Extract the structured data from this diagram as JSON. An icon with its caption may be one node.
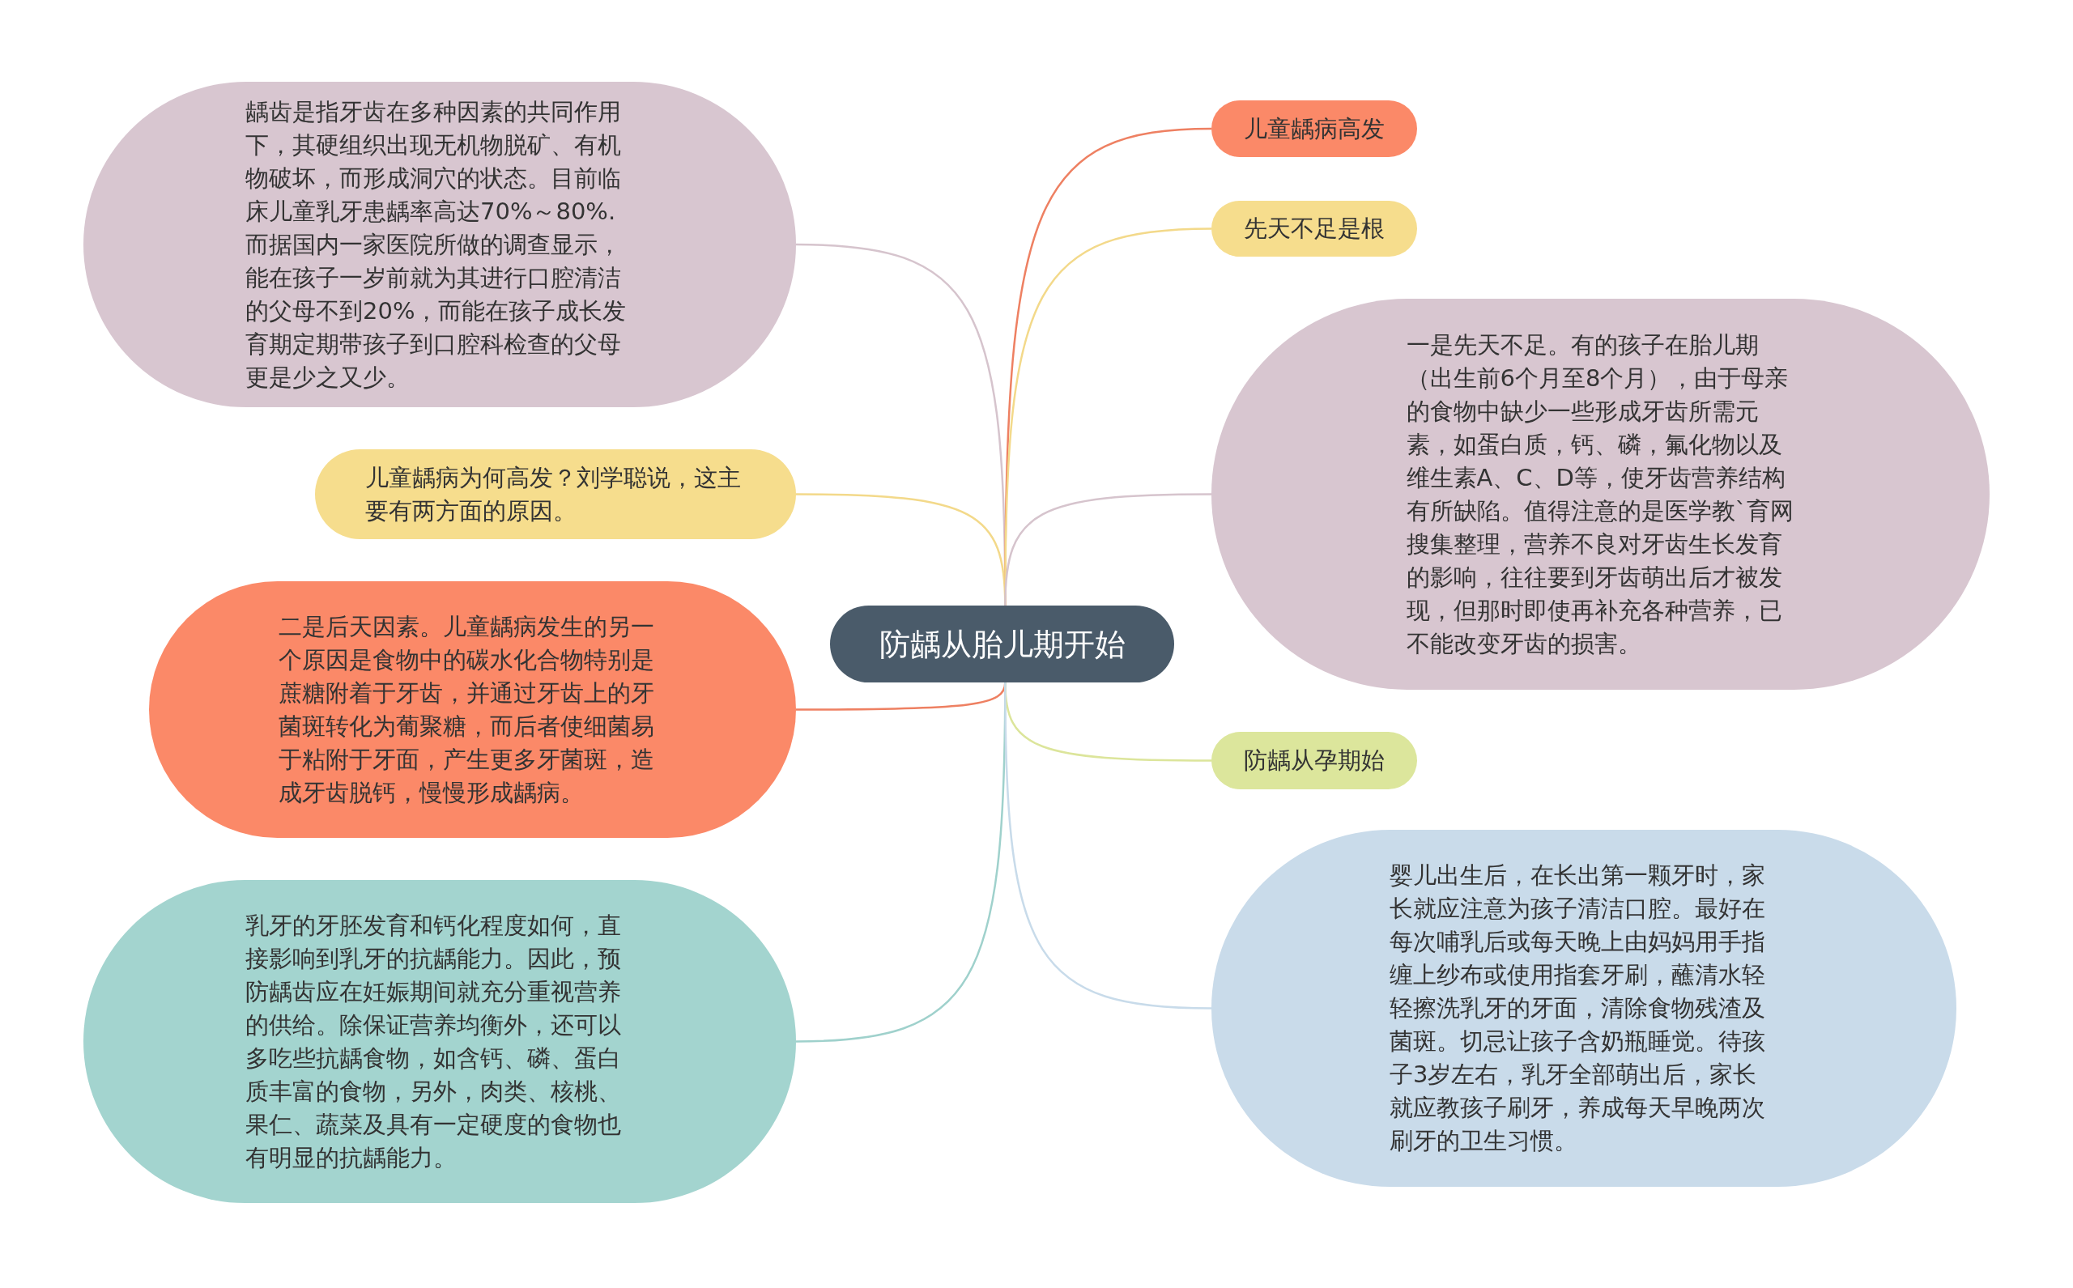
{
  "diagram": {
    "nodes": [
      {
        "text": [
          "防龋从胎儿期开始"
        ]
      },
      {
        "text": [
          "龋齿是指牙齿在多种因素的共同作用下，其硬组织出现无机物脱矿、有机物破坏，而形成洞穴的状态。目前临床儿童乳牙患龋率高达70%～80%.而据国内一家医院所做的调查显示，能在孩子一岁前就为其进行口腔清洁的父母不到20%，而能在孩子成长发育期定期带孩子到口腔科检查的父母更是少之又少。"
        ]
      },
      {
        "text": [
          "儿童龋病为何高发？刘学聪说，这主要有两方面的原因。"
        ]
      },
      {
        "text": [
          "二是后天因素。儿童龋病发生的另一个原因是食物中的碳水化合物特别是蔗糖附着于牙齿，并通过牙齿上的牙菌斑转化为葡聚糖，而后者使细菌易于粘附于牙面，产生更多牙菌斑，造成牙齿脱钙，慢慢形成龋病。"
        ]
      },
      {
        "text": [
          "乳牙的牙胚发育和钙化程度如何，直接影响到乳牙的抗龋能力。因此，预防龋齿应在妊娠期间就充分重视营养的供给。除保证营养均衡外，还可以多吃些抗龋食物，如含钙、磷、蛋白质丰富的食物，另外，肉类、核桃、果仁、蔬菜及具有一定硬度的食物也有明显的抗龋能力。"
        ]
      },
      {
        "text": [
          "儿童龋病高发"
        ]
      },
      {
        "text": [
          "先天不足是根"
        ]
      },
      {
        "text": [
          "一是先天不足。有的孩子在胎儿期（出生前6个月至8个月），由于母亲的食物中缺少一些形成牙齿所需元素，如蛋白质，钙、磷，氟化物以及维生素A、C、D等，使牙齿营养结构有所缺陷。值得注意的是医学教`育网搜集整理，营养不良对牙齿生长发育的影响，往往要到牙齿萌出后才被发现，但那时即使再补充各种营养，已不能改变牙齿的损害。"
        ]
      },
      {
        "text": [
          "防龋从孕期始"
        ]
      },
      {
        "text": [
          "婴儿出生后，在长出第一颗牙时，家长就应注意为孩子清洁口腔。最好在每次哺乳后或每天晚上由妈妈用手指缠上纱布或使用指套牙刷，蘸清水轻轻擦洗乳牙的牙面，清除食物残渣及菌斑。切忌让孩子含奶瓶睡觉。待孩子3岁左右，乳牙全部萌出后，家长就应教孩子刷牙，养成每天早晚两次刷牙的卫生习惯。"
        ]
      }
    ],
    "edges": [
      {
        "from": 0,
        "to": 1,
        "arrow": "none",
        "color": "#d6c4cd"
      },
      {
        "from": 0,
        "to": 2,
        "arrow": "none",
        "color": "#f3d98a"
      },
      {
        "from": 0,
        "to": 3,
        "arrow": "none",
        "color": "#ee8062"
      },
      {
        "from": 0,
        "to": 4,
        "arrow": "none",
        "color": "#9fd1cc"
      },
      {
        "from": 0,
        "to": 5,
        "arrow": "none",
        "color": "#ee8062"
      },
      {
        "from": 0,
        "to": 6,
        "arrow": "none",
        "color": "#f3d98a"
      },
      {
        "from": 0,
        "to": 7,
        "arrow": "none",
        "color": "#d6c4cd"
      },
      {
        "from": 0,
        "to": 8,
        "arrow": "none",
        "color": "#dce59b"
      },
      {
        "from": 0,
        "to": 9,
        "arrow": "none",
        "color": "#c8dbea"
      }
    ]
  }
}
